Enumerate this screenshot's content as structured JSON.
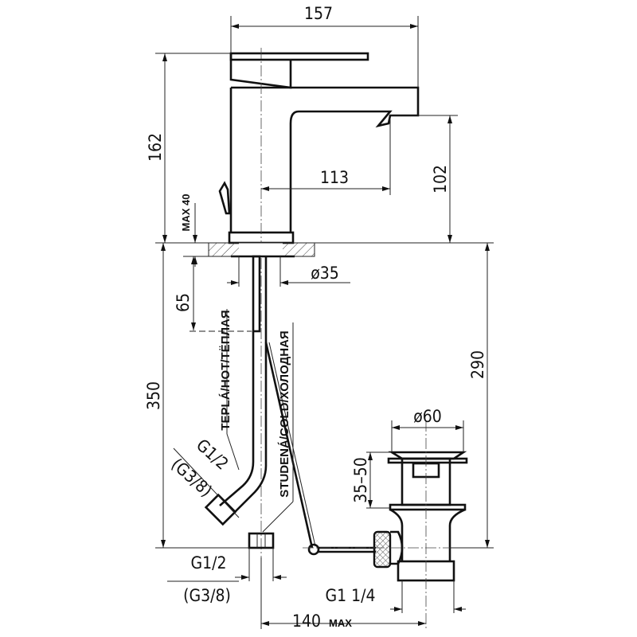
{
  "title": "Basin mixer technical drawing",
  "dimensions": {
    "total_width": "157",
    "total_height": "162",
    "spout_reach": "113",
    "spout_height": "102",
    "max_deck": "MAX 40",
    "hose_65": "65",
    "hole_diameter": "ø35",
    "hose_length": "350",
    "waste_depth": "290",
    "waste_diameter": "ø60",
    "waste_range": "35–50",
    "waste_thread": "G1 1/4",
    "rod_length": "140",
    "rod_length_suffix": "MAX"
  },
  "connections": {
    "hot_label": "TEPLÁ/HOT/ТЁПЛАЯ",
    "cold_label": "STUDENÁ/COLD/ХОЛОДНАЯ",
    "hot_thread": "G1/2",
    "hot_thread_alt": "(G3/8)",
    "cold_thread": "G1/2",
    "cold_thread_alt": "(G3/8)"
  }
}
